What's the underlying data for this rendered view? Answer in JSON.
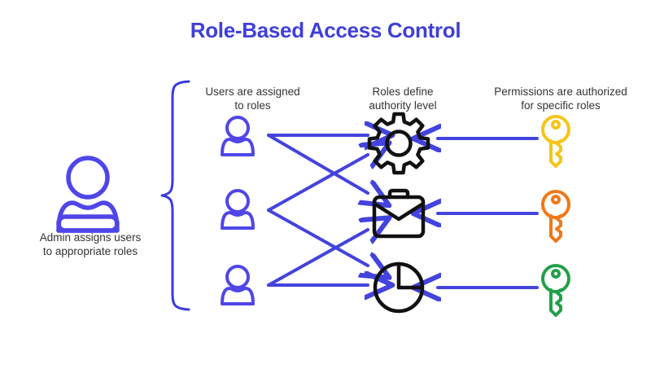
{
  "page": {
    "title": "Role-Based Access Control",
    "background": "#ffffff"
  },
  "colors": {
    "title": "#3f3fd8",
    "arrow": "#4343dd",
    "person": "#4f46e8",
    "brace": "#3a3ae0",
    "icon_outline": "#111111",
    "caption_text": "#333333",
    "key_1": "#f5c518",
    "key_2": "#f07818",
    "key_3": "#22a04a"
  },
  "columns": {
    "admin": {
      "caption": "Admin assigns users\nto appropriate roles",
      "icon": "person-icon"
    },
    "users": {
      "caption": "Users are assigned\nto roles",
      "items": [
        {
          "id": "user-1",
          "icon": "person-icon"
        },
        {
          "id": "user-2",
          "icon": "person-icon"
        },
        {
          "id": "user-3",
          "icon": "person-icon"
        }
      ]
    },
    "roles": {
      "caption": "Roles define\nauthority level",
      "items": [
        {
          "id": "role-1",
          "icon": "gear-icon"
        },
        {
          "id": "role-2",
          "icon": "briefcase-icon"
        },
        {
          "id": "role-3",
          "icon": "pie-chart-icon"
        }
      ]
    },
    "permissions": {
      "caption": "Permissions are authorized\nfor specific roles",
      "items": [
        {
          "id": "permission-1",
          "icon": "key-icon",
          "color": "#f5c518"
        },
        {
          "id": "permission-2",
          "icon": "key-icon",
          "color": "#f07818"
        },
        {
          "id": "permission-3",
          "icon": "key-icon",
          "color": "#22a04a"
        }
      ]
    }
  },
  "connections": {
    "user_to_role": [
      {
        "id": "user-1-to-role-1",
        "from": "user-1",
        "to": "role-1"
      },
      {
        "id": "user-1-to-role-2",
        "from": "user-1",
        "to": "role-2"
      },
      {
        "id": "user-2-to-role-1",
        "from": "user-2",
        "to": "role-1"
      },
      {
        "id": "user-2-to-role-3",
        "from": "user-2",
        "to": "role-3"
      },
      {
        "id": "user-3-to-role-2",
        "from": "user-3",
        "to": "role-2"
      },
      {
        "id": "user-3-to-role-3",
        "from": "user-3",
        "to": "role-3"
      }
    ],
    "permission_to_role": [
      {
        "id": "permission-1-to-role-1",
        "from": "permission-1",
        "to": "role-1"
      },
      {
        "id": "permission-2-to-role-2",
        "from": "permission-2",
        "to": "role-2"
      },
      {
        "id": "permission-3-to-role-3",
        "from": "permission-3",
        "to": "role-3"
      }
    ]
  },
  "brace": {
    "id": "users-group-brace",
    "orientation": "left-pointing"
  }
}
